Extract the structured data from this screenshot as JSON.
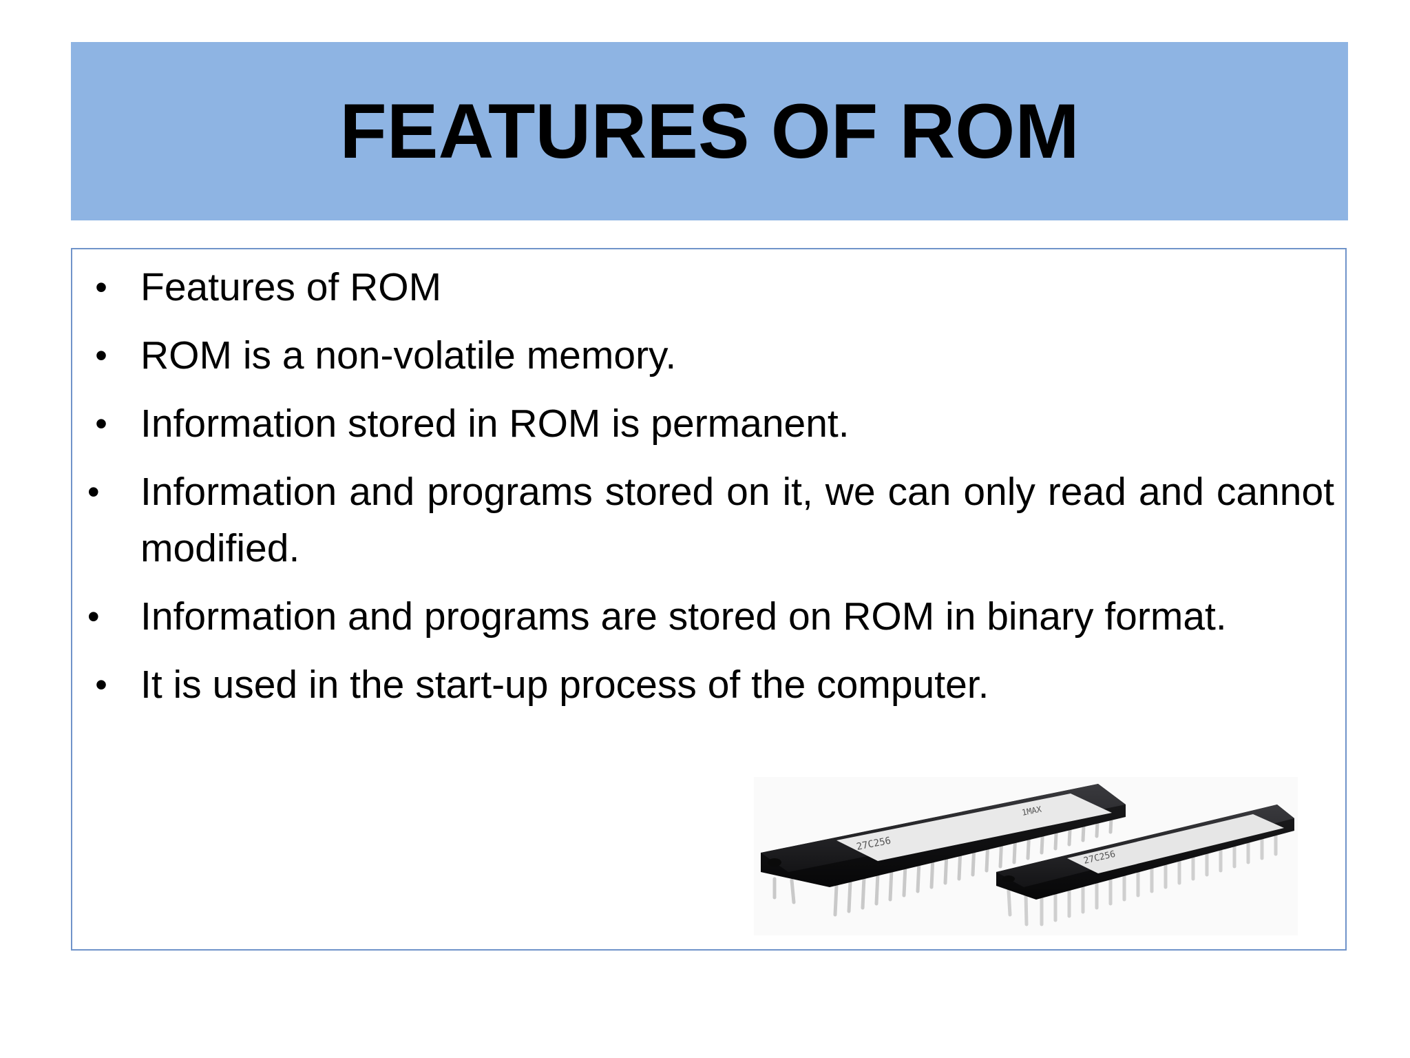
{
  "slide": {
    "title": "FEATURES OF ROM",
    "bullets": [
      "Features of ROM",
      "ROM is a non-volatile memory.",
      "Information stored in ROM is permanent.",
      "Information and programs stored on it, we can only read and cannot modified.",
      "Information and programs are stored on ROM in binary format.",
      "It is used in the start-up process of the computer."
    ],
    "bullet_symbol": "•",
    "chip_labels": [
      "27C256",
      "1MAX",
      "27C256"
    ]
  },
  "colors": {
    "title_band": "#8eb4e3",
    "content_border": "#6f93c9",
    "text": "#000000"
  }
}
